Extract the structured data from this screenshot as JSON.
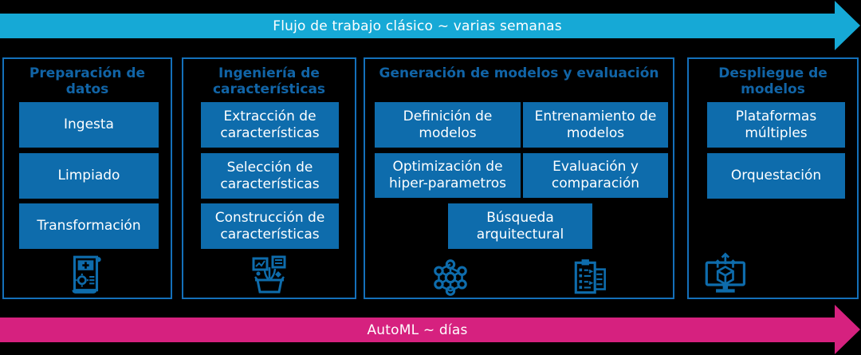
{
  "top_arrow": {
    "label": "Flujo de trabajo clásico ~ varias semanas",
    "color": "#16A9D6"
  },
  "bottom_arrow": {
    "label": "AutoML ~ días",
    "color": "#D6217F"
  },
  "colors": {
    "background": "#000000",
    "panel_border": "#1470BA",
    "box_fill": "#0E6CAC",
    "title_text": "#1164A6",
    "box_text": "#FFFFFF"
  },
  "panels": [
    {
      "title": "Preparación de datos",
      "boxes": [
        "Ingesta",
        "Limpiado",
        "Transformación"
      ],
      "icons": [
        "data-scroll-icon"
      ]
    },
    {
      "title": "Ingeniería de características",
      "boxes": [
        "Extracción de características",
        "Selección de características",
        "Construcción de características"
      ],
      "icons": [
        "feature-box-icon"
      ]
    },
    {
      "title": "Generación de modelos y evaluación",
      "boxes": [
        "Definición de modelos",
        "Entrenamiento de modelos",
        "Optimización de hiper-parametros",
        "Evaluación y comparación",
        "Búsqueda arquitectural"
      ],
      "icons": [
        "network-graph-icon",
        "checklist-icon"
      ]
    },
    {
      "title": "Despliegue de modelos",
      "boxes": [
        "Plataformas múltiples",
        "Orquestación"
      ],
      "icons": [
        "deploy-monitor-icon"
      ]
    }
  ]
}
